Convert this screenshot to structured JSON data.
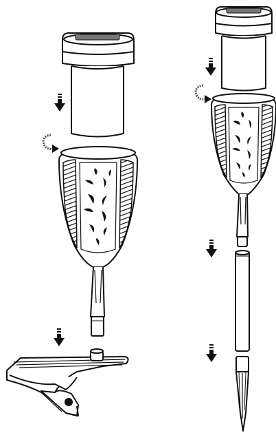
{
  "colors": {
    "line": "#111111",
    "background": "#ffffff",
    "gray": "#888888"
  },
  "assemblies": [
    {
      "id": "left",
      "mount": "clip",
      "arrow_icons": [
        "down-arrow-icon",
        "twist-arrow-icon",
        "down-arrow-icon"
      ]
    },
    {
      "id": "right",
      "mount": "ground-stake",
      "arrow_icons": [
        "down-arrow-icon",
        "twist-arrow-icon",
        "down-arrow-icon",
        "down-arrow-icon"
      ]
    }
  ]
}
